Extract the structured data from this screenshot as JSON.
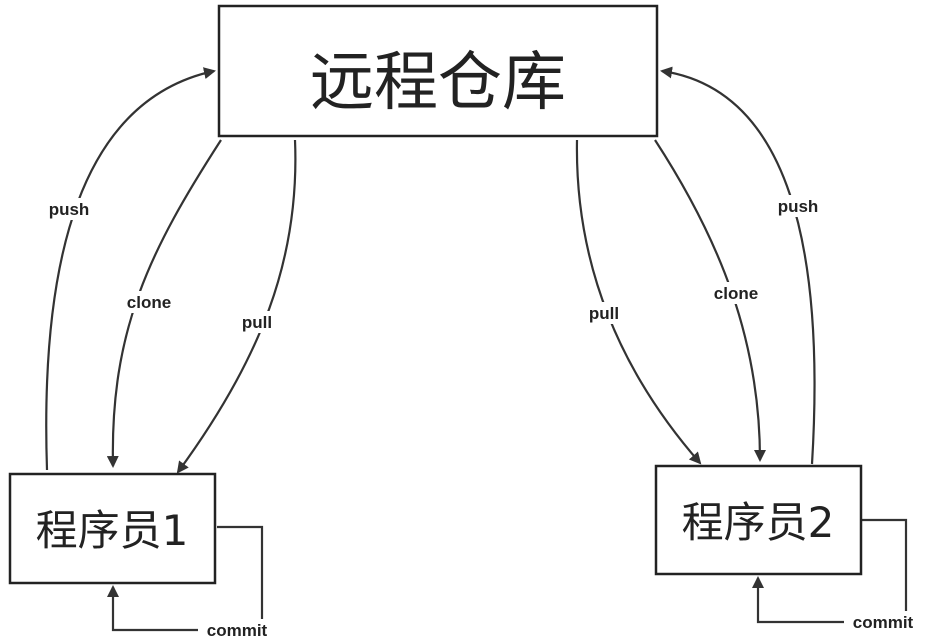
{
  "nodes": {
    "remote_repo": "远程仓库",
    "dev1": "程序员1",
    "dev2": "程序员2"
  },
  "edges": {
    "dev1_push": "push",
    "dev1_clone": "clone",
    "dev1_pull": "pull",
    "dev1_commit": "commit",
    "dev2_pull": "pull",
    "dev2_clone": "clone",
    "dev2_push": "push",
    "dev2_commit": "commit"
  },
  "colors": {
    "stroke": "#222222",
    "background": "#ffffff"
  }
}
